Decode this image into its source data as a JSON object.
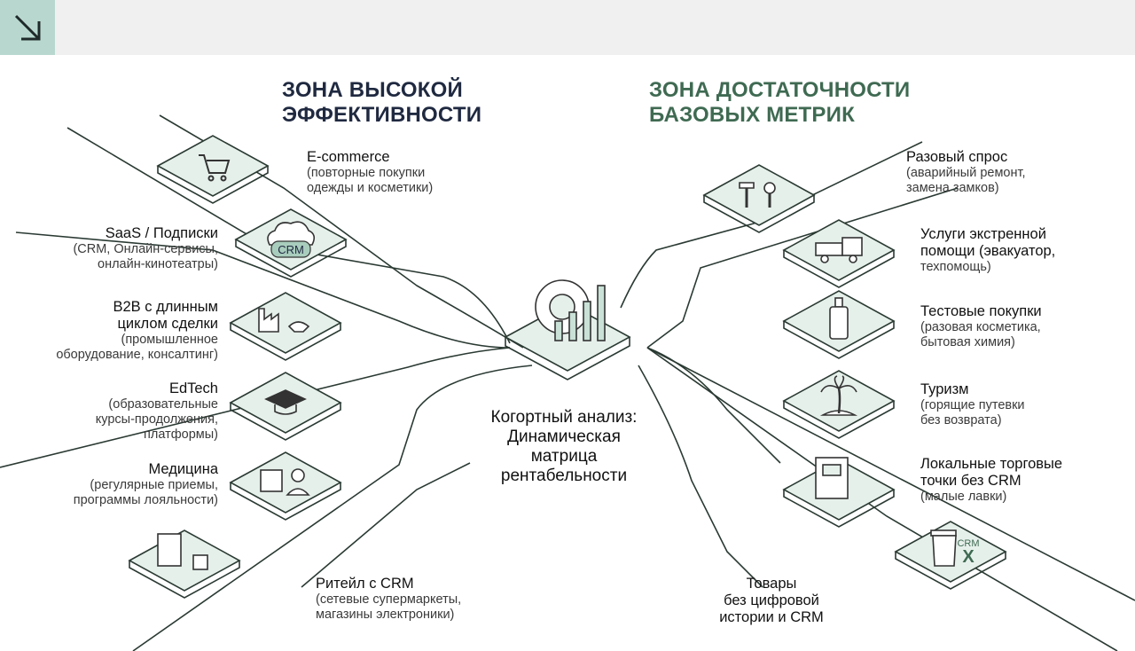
{
  "colors": {
    "topbar": "#f0f0f0",
    "logo_bg": "#b8d8cf",
    "left_title": "#1f2940",
    "right_title": "#3f6a52",
    "tile_fill": "#e6f0eb",
    "line": "#2a3a33"
  },
  "logo": {
    "icon": "arrow-down-right-icon"
  },
  "zones": {
    "left": {
      "line1": "ЗОНА ВЫСОКОЙ",
      "line2": "ЭФФЕКТИВНОСТИ"
    },
    "right": {
      "line1": "ЗОНА ДОСТАТОЧНОСТИ",
      "line2": "БАЗОВЫХ МЕТРИК"
    }
  },
  "center": {
    "icon": "gear-chart-icon",
    "line1": "Когортный анализ:",
    "line2": "Динамическая",
    "line3": "матрица",
    "line4": "рентабельности"
  },
  "left_items": [
    {
      "icon": "shopping-cart-icon",
      "title": "E-commerce",
      "d1": "(повторные покупки",
      "d2": "одежды и косметики)",
      "d3": ""
    },
    {
      "icon": "crm-cloud-icon",
      "badge": "CRM",
      "title": "SaaS / Подписки",
      "d1": "(CRM, Онлайн-сервисы,",
      "d2": "онлайн-кинотеатры)",
      "d3": ""
    },
    {
      "icon": "factory-handshake-icon",
      "title": "B2B с длинным",
      "title2": "циклом сделки",
      "d1": "(промышленное",
      "d2": "оборудование, консалтинг)",
      "d3": ""
    },
    {
      "icon": "graduation-cap-icon",
      "title": "EdTech",
      "d1": "(образовательные",
      "d2": "курсы-продолжения,",
      "d3": "платформы)"
    },
    {
      "icon": "calendar-doctor-icon",
      "title": "Медицина",
      "d1": "(регулярные приемы,",
      "d2": "программы лояльности)",
      "d3": ""
    },
    {
      "icon": "store-qr-icon",
      "title": "Ритейл с CRM",
      "d1": "(сетевые супермаркеты,",
      "d2": "магазины электроники)",
      "d3": ""
    }
  ],
  "right_items": [
    {
      "icon": "hammer-key-icon",
      "title": "Разовый спрос",
      "d1": "(аварийный ремонт,",
      "d2": "замена замков)"
    },
    {
      "icon": "tow-truck-icon",
      "title": "Услуги экстренной",
      "d1": "помощи (эвакуатор,",
      "d2": "техпомощь)"
    },
    {
      "icon": "bottle-icon",
      "title": "Тестовые покупки",
      "d1": "(разовая косметика,",
      "d2": "бытовая химия)"
    },
    {
      "icon": "palm-island-icon",
      "title": "Туризм",
      "d1": "(горящие путевки",
      "d2": "без возврата)"
    },
    {
      "icon": "kiosk-icon",
      "title": "Локальные торговые",
      "title2": "точки без CRM",
      "d1": "(малые лавки)"
    },
    {
      "icon": "trash-crm-icon",
      "badge": "CRM",
      "title": "Товары",
      "title2": "без цифровой",
      "title3": "истории и CRM"
    }
  ]
}
